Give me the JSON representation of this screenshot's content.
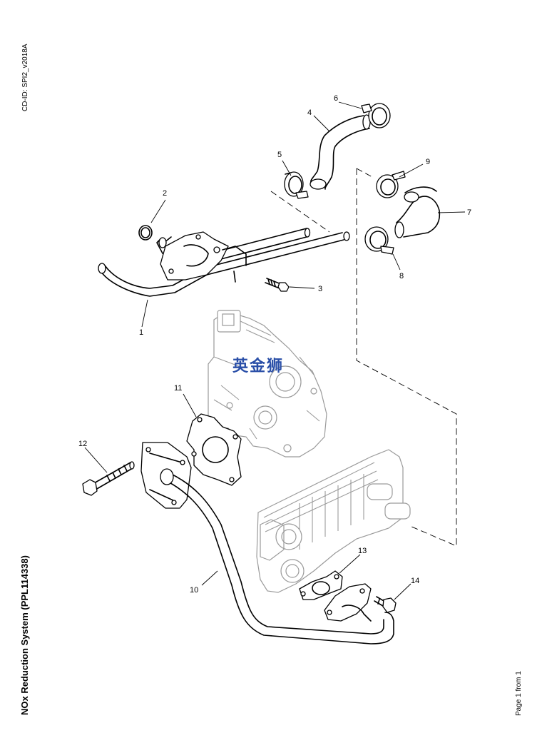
{
  "header": {
    "cd_id": "CD-ID: SPI2_v2018A",
    "title": "NOx Reduction System (PPL114338)",
    "page": "Page 1 from 1"
  },
  "watermark": "英金狮",
  "callouts": [
    "1",
    "2",
    "3",
    "4",
    "5",
    "6",
    "7",
    "8",
    "9",
    "10",
    "11",
    "12",
    "13",
    "14"
  ],
  "colors": {
    "watermark": "#2a4fa8",
    "ghost_part": "#9a9a9a"
  }
}
